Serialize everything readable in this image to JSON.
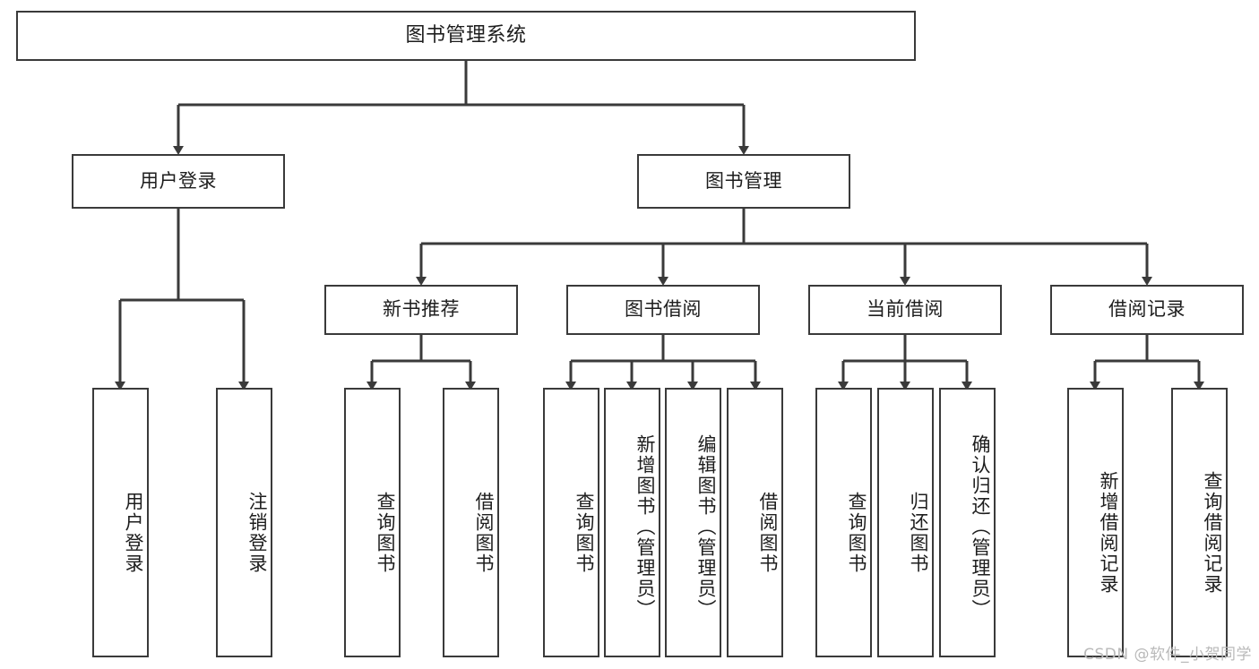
{
  "diagram": {
    "title": "图书管理系统",
    "type": "功能结构图",
    "line_color": "#3a3a3a",
    "box_fill": "#ffffff",
    "text_color": "#1d1d1d"
  },
  "nodes": {
    "root": {
      "label": "图书管理系统"
    },
    "level2": [
      {
        "label": "用户登录"
      },
      {
        "label": "图书管理"
      }
    ],
    "level3": [
      {
        "label": "新书推荐"
      },
      {
        "label": "图书借阅"
      },
      {
        "label": "当前借阅"
      },
      {
        "label": "借阅记录"
      }
    ],
    "leaves": {
      "user_login": [
        {
          "label": "用户登录"
        },
        {
          "label": "注销登录"
        }
      ],
      "new_book_recommend": [
        {
          "label": "查询图书"
        },
        {
          "label": "借阅图书"
        }
      ],
      "book_borrow": [
        {
          "label": "查询图书"
        },
        {
          "label": "新增图书（管理员）"
        },
        {
          "label": "编辑图书（管理员）"
        },
        {
          "label": "借阅图书"
        }
      ],
      "current_borrow": [
        {
          "label": "查询图书"
        },
        {
          "label": "归还图书"
        },
        {
          "label": "确认归还（管理员）"
        }
      ],
      "borrow_record": [
        {
          "label": "新增借阅记录"
        },
        {
          "label": "查询借阅记录"
        }
      ]
    }
  },
  "watermark": {
    "text": "CSDN @软件_小贺同学"
  }
}
